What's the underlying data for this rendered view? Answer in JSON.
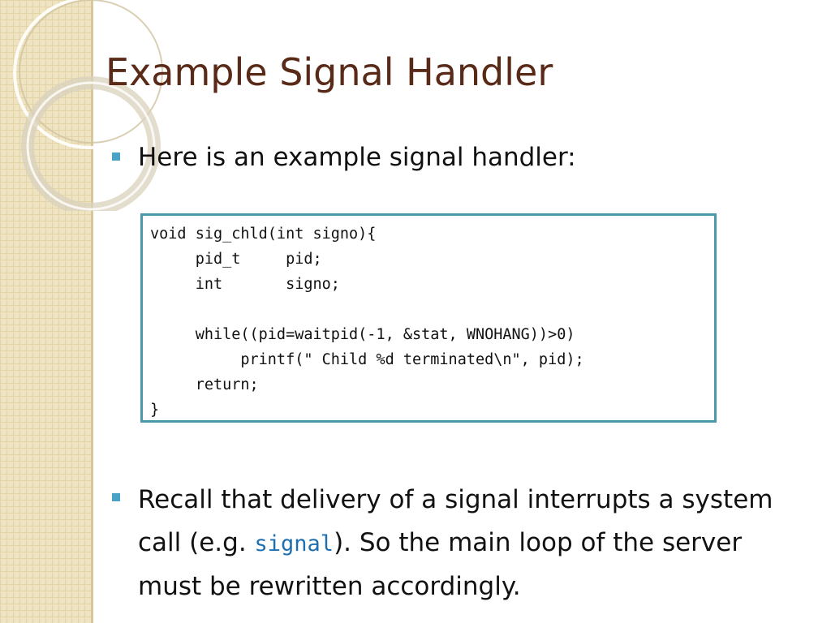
{
  "slide": {
    "title": "Example Signal Handler",
    "bullets": [
      {
        "text": "Here is an example signal handler:"
      },
      {
        "text_before": "Recall that delivery of a signal interrupts a system call (e.g. ",
        "code": "signal",
        "text_after": "). So the main loop of the server must be rewritten accordingly."
      }
    ],
    "code_block": "void sig_chld(int signo){\n     pid_t     pid;\n     int       signo;\n\n     while((pid=waitpid(-1, &stat, WNOHANG))>0)\n          printf(\" Child %d terminated\\n\", pid);\n     return;\n}"
  },
  "colors": {
    "title": "#5a2a18",
    "bullet": "#4aa3c7",
    "code_border": "#4d97aa",
    "inline_code": "#1f6fb0",
    "strip": "#efe4c2"
  }
}
